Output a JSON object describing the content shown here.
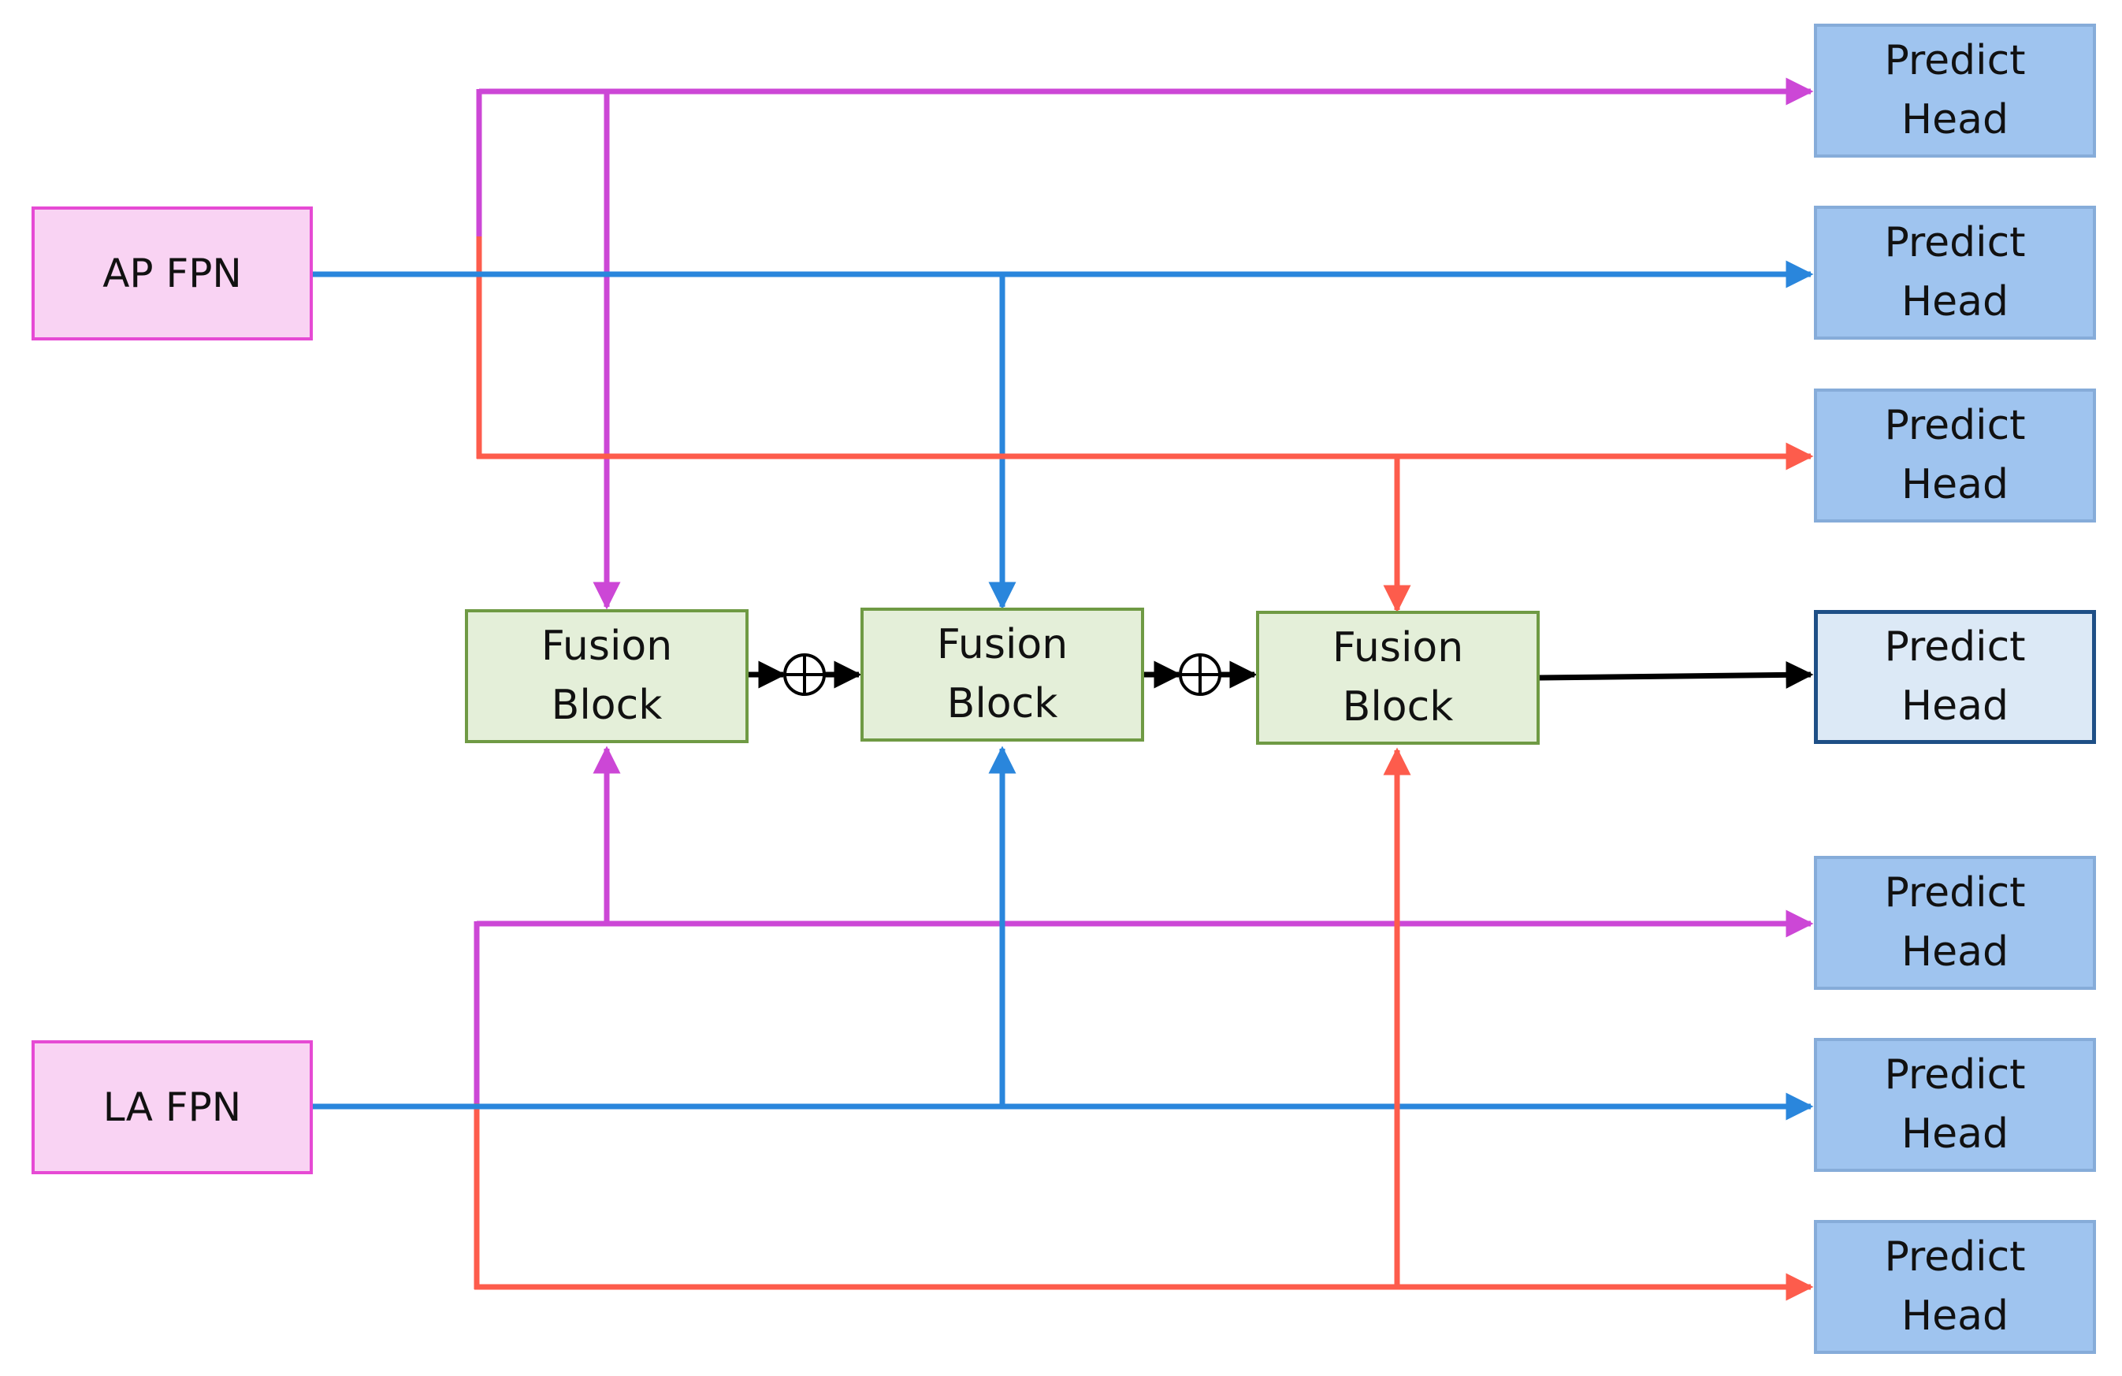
{
  "inputs": {
    "ap": "AP FPN",
    "la": "LA FPN"
  },
  "fusion_blocks": [
    {
      "line1": "Fusion",
      "line2": "Block"
    },
    {
      "line1": "Fusion",
      "line2": "Block"
    },
    {
      "line1": "Fusion",
      "line2": "Block"
    }
  ],
  "heads": [
    {
      "line1": "Predict",
      "line2": "Head"
    },
    {
      "line1": "Predict",
      "line2": "Head"
    },
    {
      "line1": "Predict",
      "line2": "Head"
    },
    {
      "line1": "Predict",
      "line2": "Head"
    },
    {
      "line1": "Predict",
      "line2": "Head"
    },
    {
      "line1": "Predict",
      "line2": "Head"
    },
    {
      "line1": "Predict",
      "line2": "Head"
    }
  ],
  "colors": {
    "magenta": "#cc47d6",
    "blue": "#2a86dc",
    "red": "#fd5c4c",
    "black": "#000000"
  },
  "operators": [
    "⊕",
    "⊕"
  ]
}
